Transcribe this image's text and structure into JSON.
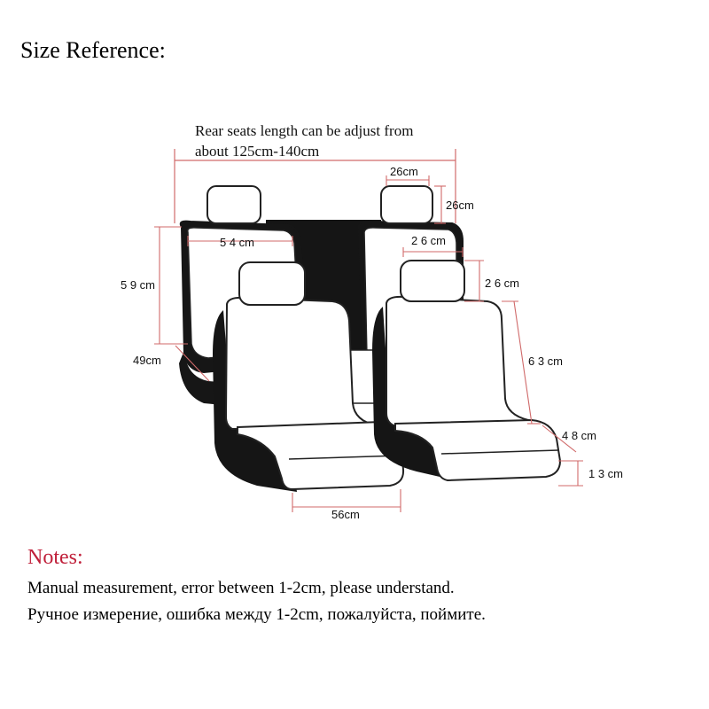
{
  "title": "Size Reference:",
  "rear_note": {
    "line1": "Rear seats length can be adjust from",
    "line2": "about 125cm-140cm"
  },
  "dimensions": {
    "rear_headrest_width": "26cm",
    "rear_headrest_height": "26cm",
    "rear_back_width": "5 4 cm",
    "rear_back_height": "5 9 cm",
    "rear_cushion_depth": "49cm",
    "front_headrest_width": "2 6 cm",
    "front_headrest_height": "2 6 cm",
    "front_back_height": "6 3 cm",
    "front_cushion_depth": "4 8 cm",
    "front_cushion_thickness": "1 3 cm",
    "front_cushion_width": "56cm"
  },
  "notes": {
    "title": "Notes:",
    "english": "Manual measurement, error between 1-2cm, please understand.",
    "russian": "Ручное измерение, ошибка между 1-2cm, пожалуйста, поймите."
  },
  "colors": {
    "dimension_line": "#d06a6a",
    "notes_title": "#c0203a"
  }
}
